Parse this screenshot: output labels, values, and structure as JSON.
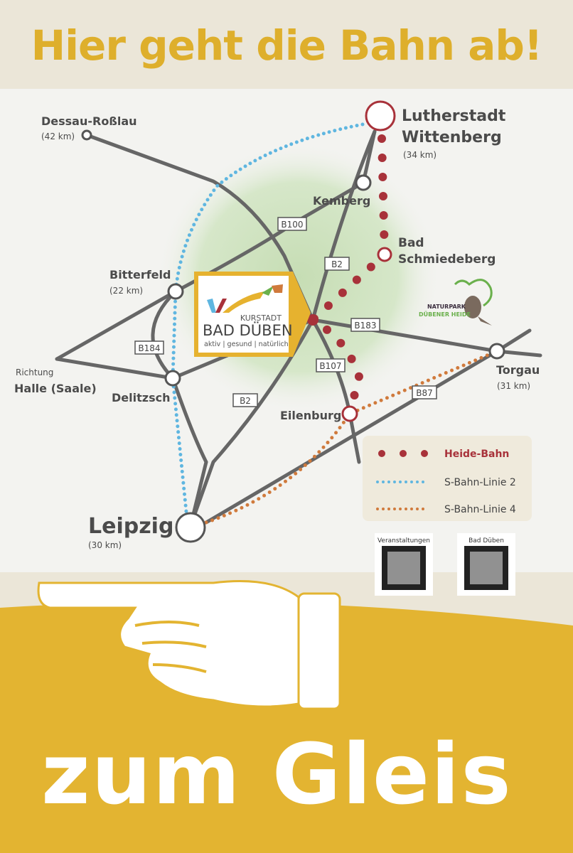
{
  "title": "Hier geht die Bahn ab!",
  "colors": {
    "title_yellow": "#deaf2c",
    "heide_bahn": "#a8323a",
    "s_bahn_2": "#5fb6e0",
    "s_bahn_4": "#d07a3c",
    "roads": "#666666",
    "park_green": "#cfe3bf"
  },
  "places": {
    "dessau": {
      "name": "Dessau-Roßlau",
      "distance": "(42 km)"
    },
    "wittenberg": {
      "name1": "Lutherstadt",
      "name2": "Wittenberg",
      "distance": "(34 km)"
    },
    "kemberg": {
      "name": "Kemberg"
    },
    "schmiedeberg": {
      "name1": "Bad",
      "name2": "Schmiedeberg"
    },
    "bitterfeld": {
      "name": "Bitterfeld",
      "distance": "(22 km)"
    },
    "halle": {
      "prefix": "Richtung",
      "name": "Halle (Saale)"
    },
    "delitzsch": {
      "name": "Delitzsch"
    },
    "eilenburg": {
      "name": "Eilenburg"
    },
    "torgau": {
      "name": "Torgau",
      "distance": "(31 km)"
    },
    "leipzig": {
      "name": "Leipzig",
      "distance": "(30 km)"
    }
  },
  "roads": [
    "B100",
    "B2",
    "B184",
    "B183",
    "B107",
    "B2",
    "B87"
  ],
  "logo": {
    "small": "KURSTADT",
    "big": "BAD DÜBEN",
    "tagline": "aktiv | gesund | natürlich"
  },
  "naturpark": {
    "line1": "NATURPARK",
    "line2": "DÜBENER HEIDE",
    "icon": "beaver-icon"
  },
  "legend": [
    {
      "label": "Heide-Bahn",
      "color": "#a8323a"
    },
    {
      "label": "S-Bahn-Linie 2",
      "color": "#5fb6e0"
    },
    {
      "label": "S-Bahn-Linie 4",
      "color": "#d07a3c"
    }
  ],
  "qr": [
    {
      "label": "Veranstaltungen",
      "icon": "qr-code-icon"
    },
    {
      "label": "Bad Düben",
      "icon": "qr-code-icon"
    }
  ],
  "bottom": {
    "text": "zum Gleis",
    "icon": "pointing-hand-icon"
  }
}
